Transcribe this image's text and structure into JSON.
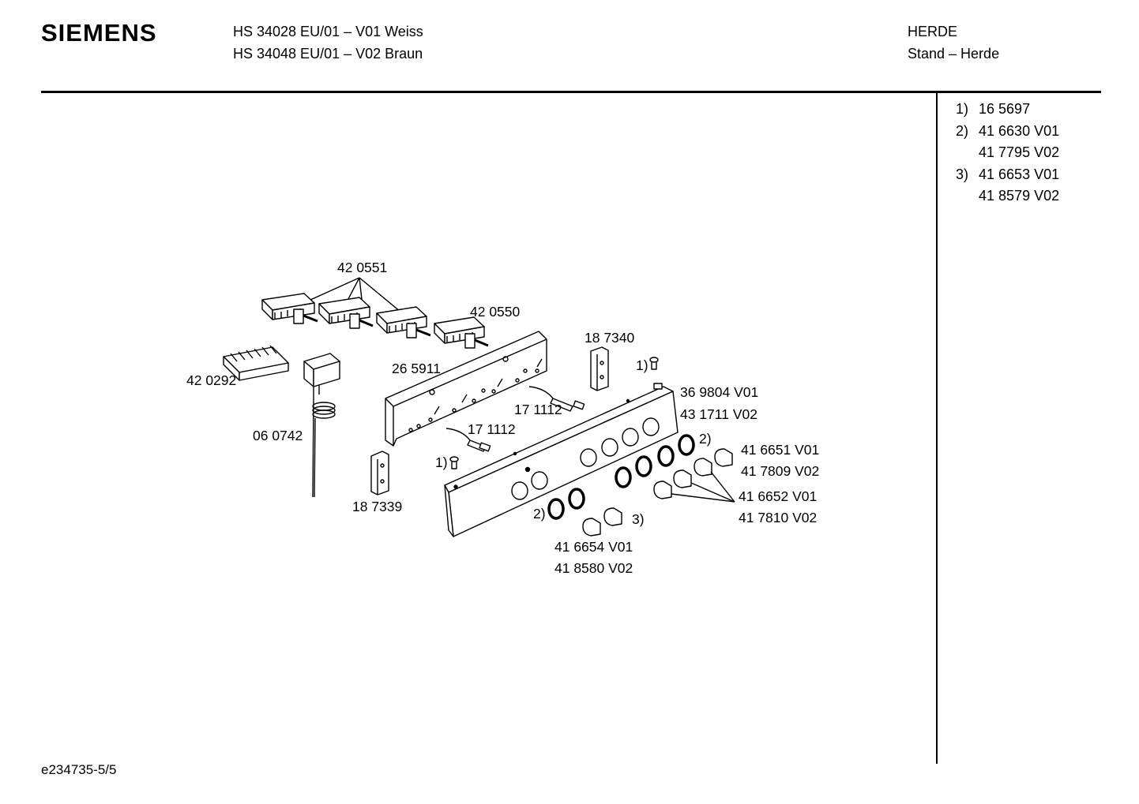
{
  "header": {
    "brand": "SIEMENS",
    "models": [
      "HS 34028 EU/01 – V01 Weiss",
      "HS 34048 EU/01 – V02 Braun"
    ],
    "category": "HERDE",
    "subcategory": "Stand – Herde"
  },
  "notes": [
    {
      "num": "1)",
      "lines": [
        "16 5697"
      ]
    },
    {
      "num": "2)",
      "lines": [
        "41 6630 V01",
        "41 7795 V02"
      ]
    },
    {
      "num": "3)",
      "lines": [
        "41 6653 V01",
        "41 8579 V02"
      ]
    }
  ],
  "labels": {
    "p420551": "42 0551",
    "p420550": "42 0550",
    "p420292": "42 0292",
    "p265911": "26 5911",
    "p187340": "18 7340",
    "fn1a": "1)",
    "p369804": "36 9804 V01",
    "p431711": "43 1711 V02",
    "p171112a": "17 1112",
    "p171112b": "17 1112",
    "p060742": "06 0742",
    "fn2a": "2)",
    "p416651": "41 6651 V01",
    "p417809": "41 7809 V02",
    "fn1b": "1)",
    "p416652": "41 6652 V01",
    "p417810": "41 7810 V02",
    "p187339": "18 7339",
    "fn2b": "2)",
    "fn3": "3)",
    "p416654": "41 6654 V01",
    "p418580": "41 8580 V02"
  },
  "footer": "e234735-5/5"
}
